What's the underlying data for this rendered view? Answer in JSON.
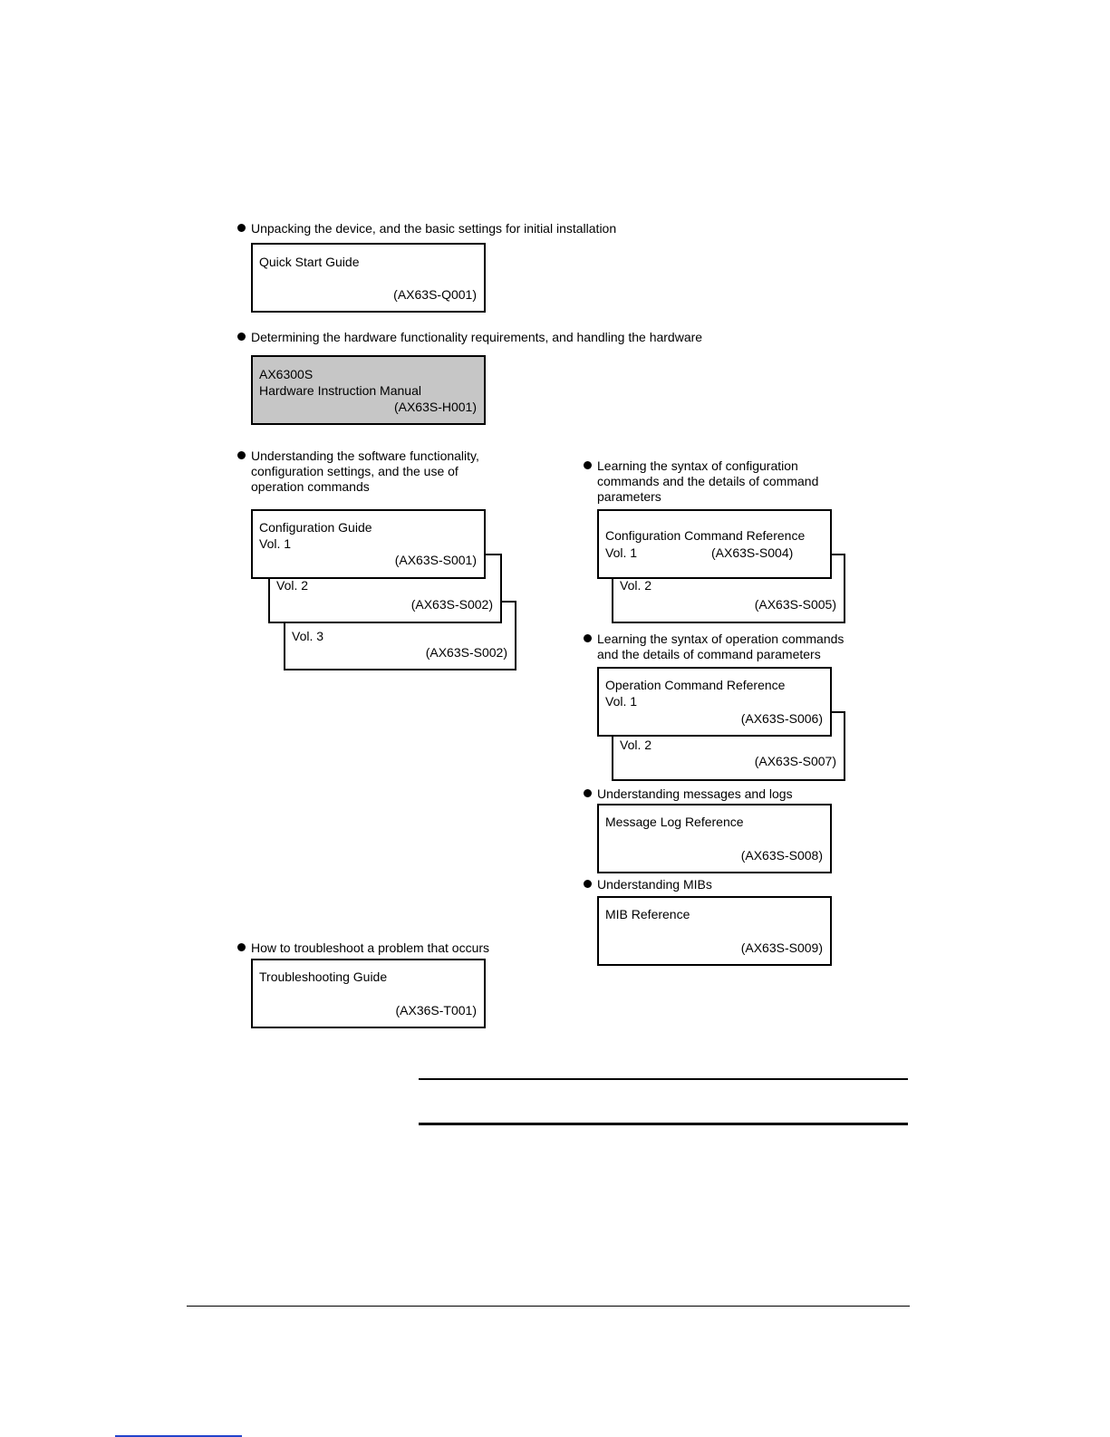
{
  "sections": {
    "quick_start": {
      "bullet": "Unpacking the device, and the basic settings for initial installation",
      "box": {
        "title": "Quick Start Guide",
        "code": "(AX63S-Q001)"
      }
    },
    "hardware": {
      "bullet": "Determining the hardware functionality requirements, and handling the hardware",
      "box": {
        "line1": "AX6300S",
        "line2": "Hardware Instruction Manual",
        "code": "(AX63S-H001)"
      }
    },
    "config_guide": {
      "bullet_lines": [
        "Understanding the software functionality,",
        "configuration settings, and the use of",
        "operation commands"
      ],
      "vol1": {
        "title": "Configuration Guide",
        "vol": "Vol. 1",
        "code": "(AX63S-S001)"
      },
      "vol2": {
        "vol": "Vol. 2",
        "code": "(AX63S-S002)"
      },
      "vol3": {
        "vol": "Vol. 3",
        "code": "(AX63S-S002)"
      }
    },
    "config_cmd_ref": {
      "bullet_lines": [
        "Learning the syntax of configuration",
        "commands and the details of command",
        "parameters"
      ],
      "vol1": {
        "title": "Configuration Command Reference",
        "vol": "Vol. 1",
        "code": "(AX63S-S004)"
      },
      "vol2": {
        "vol": "Vol. 2",
        "code": "(AX63S-S005)"
      }
    },
    "op_cmd_ref": {
      "bullet_lines": [
        "Learning the syntax of operation commands",
        "and the details of command parameters"
      ],
      "vol1": {
        "title": "Operation Command Reference",
        "vol": "Vol. 1",
        "code": "(AX63S-S006)"
      },
      "vol2": {
        "vol": "Vol. 2",
        "code": "(AX63S-S007)"
      }
    },
    "message_log": {
      "bullet": "Understanding messages and logs",
      "box": {
        "title": "Message Log Reference",
        "code": "(AX63S-S008)"
      }
    },
    "mib": {
      "bullet": "Understanding MIBs",
      "box": {
        "title": "MIB Reference",
        "code": "(AX63S-S009)"
      }
    },
    "troubleshooting": {
      "bullet": "How to troubleshoot a problem that occurs",
      "box": {
        "title": "Troubleshooting Guide",
        "code": "(AX36S-T001)"
      }
    }
  }
}
